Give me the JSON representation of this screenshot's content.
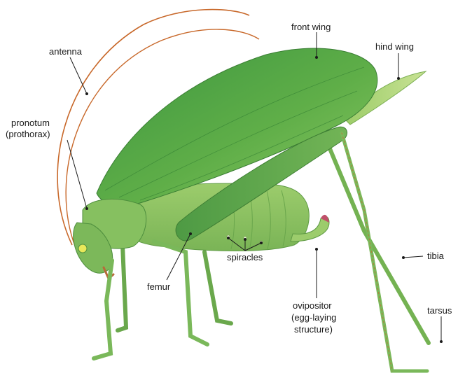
{
  "labels": {
    "antenna": "antenna",
    "front_wing": "front wing",
    "hind_wing": "hind wing",
    "pronotum_1": "pronotum",
    "pronotum_2": "(prothorax)",
    "tibia": "tibia",
    "tarsus": "tarsus",
    "spiracles": "spiracles",
    "femur": "femur",
    "ovipositor_1": "ovipositor",
    "ovipositor_2": "(egg-laying",
    "ovipositor_3": "structure)"
  },
  "colors": {
    "body_green": "#8cc063",
    "wing_green": "#4aa040",
    "wing_light": "#7cc05a",
    "hind_wing": "#b4d87c",
    "leg_green": "#7ab85a",
    "antenna": "#c8682a",
    "ovipositor_tip": "#c0506a"
  }
}
